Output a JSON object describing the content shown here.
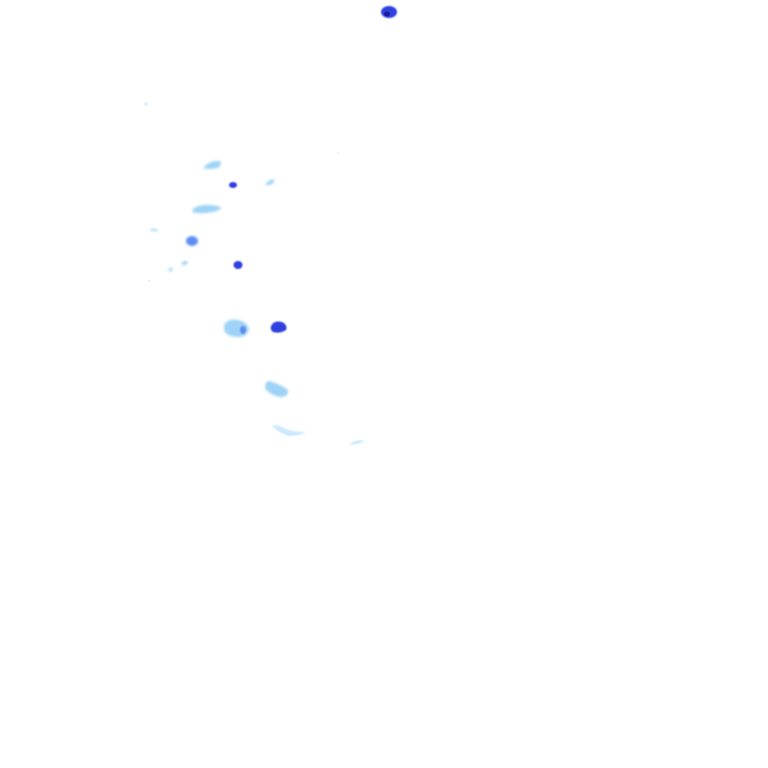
{
  "palette": {
    "background": "#ffffff",
    "light_echo": "#9ed3f7",
    "faint_echo": "#cdeafc",
    "medium_echo": "#5a8cf2",
    "strong_echo": "#2f3fe0",
    "intense_core": "#1a1a9a"
  },
  "echoes": [
    {
      "id": "echo-top-cell",
      "level": "strong"
    },
    {
      "id": "echo-core-top",
      "level": "intense"
    },
    {
      "id": "echo-speck-1",
      "level": "faint"
    },
    {
      "id": "echo-speck-2",
      "level": "faint"
    },
    {
      "id": "echo-band-1",
      "level": "light"
    },
    {
      "id": "echo-cell-a",
      "level": "strong"
    },
    {
      "id": "echo-band-2",
      "level": "light"
    },
    {
      "id": "echo-band-3",
      "level": "light"
    },
    {
      "id": "echo-speck-3",
      "level": "faint"
    },
    {
      "id": "echo-cell-b",
      "level": "medium"
    },
    {
      "id": "echo-cell-c",
      "level": "strong"
    },
    {
      "id": "echo-band-4",
      "level": "light"
    },
    {
      "id": "echo-speck-4",
      "level": "faint"
    },
    {
      "id": "echo-cluster-1",
      "level": "light"
    },
    {
      "id": "echo-cluster-1-core",
      "level": "medium"
    },
    {
      "id": "echo-cell-d",
      "level": "strong"
    },
    {
      "id": "echo-band-5",
      "level": "light"
    },
    {
      "id": "echo-band-6",
      "level": "faint"
    },
    {
      "id": "echo-band-7",
      "level": "faint"
    }
  ]
}
